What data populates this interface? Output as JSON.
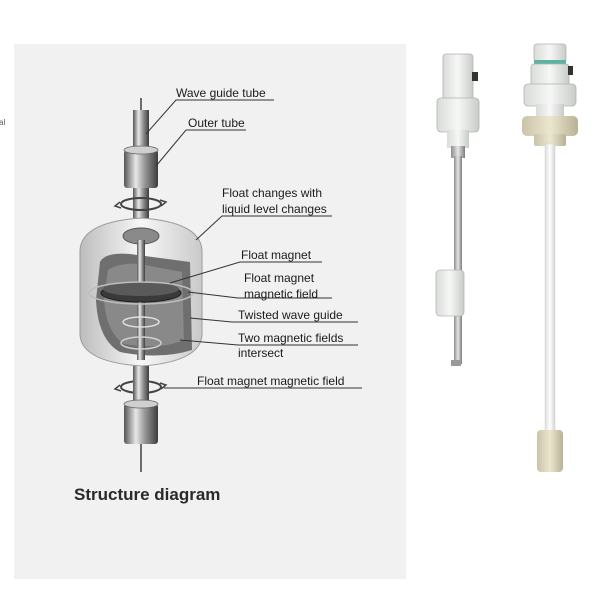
{
  "edge_text": "al",
  "labels": {
    "wave_guide_tube": "Wave guide tube",
    "outer_tube": "Outer tube",
    "float_changes_1": "Float changes with",
    "float_changes_2": "liquid level changes",
    "float_magnet": "Float magnet",
    "float_magnet_field_1": "Float magnet",
    "float_magnet_field_2": "magnetic field",
    "twisted_wave_guide": "Twisted wave guide",
    "two_fields_1": "Two magnetic fields",
    "two_fields_2": "intersect",
    "float_magnet_magnetic_field": "Float magnet magnetic field"
  },
  "caption": "Structure diagram"
}
